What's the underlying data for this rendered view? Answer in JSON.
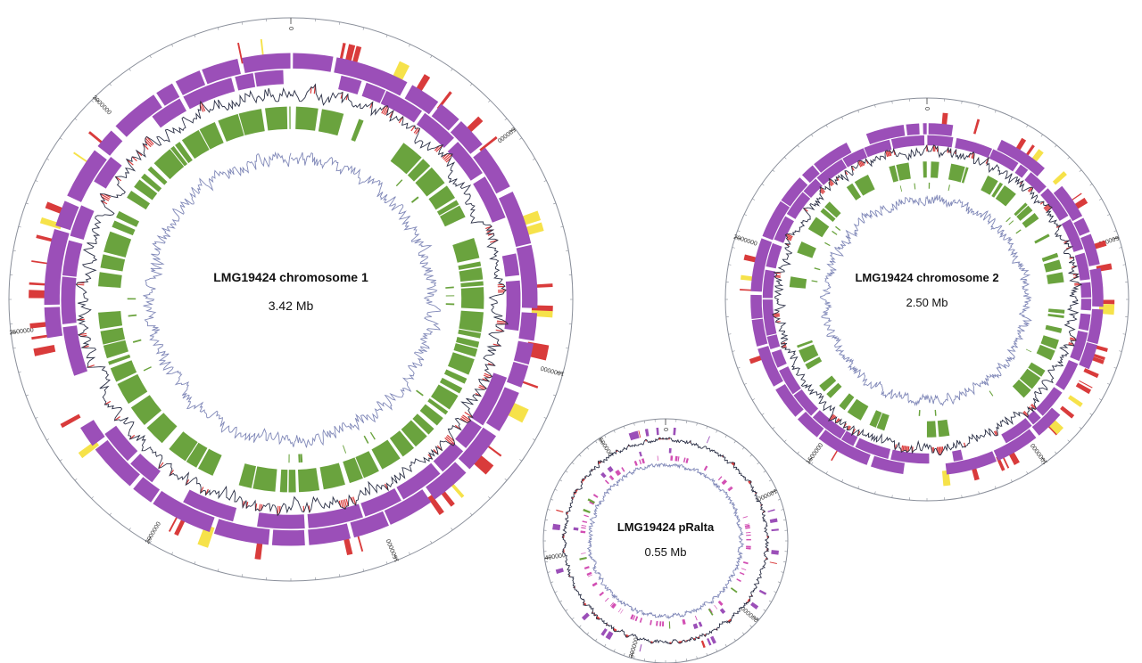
{
  "figure": {
    "colors": {
      "background": "#ffffff",
      "scale_ring": "#8a8f9a",
      "cds": "#9b4fb8",
      "rna": "#d93b3b",
      "mobile": "#f6e24a",
      "green_track": "#6aa33e",
      "gc_plot": "#2a2f45",
      "gc_positive": "#d93b3b",
      "skew_plot": "#8088b8",
      "pink_track": "#d24fb3"
    },
    "replicons": [
      {
        "id": "chr1",
        "title": "LMG19424 chromosome 1",
        "size_label": "3.42 Mb",
        "tick_labels": [
          {
            "text": "0",
            "angle": 0
          },
          {
            "text": "500000",
            "angle": 52.6
          },
          {
            "text": "1000000",
            "angle": 105.3
          },
          {
            "text": "1500000",
            "angle": 157.9
          },
          {
            "text": "2000000",
            "angle": 210.5
          },
          {
            "text": "2500000",
            "angle": 263.2
          },
          {
            "text": "3000000",
            "angle": 315.8
          }
        ]
      },
      {
        "id": "chr2",
        "title": "LMG19424 chromosome 2",
        "size_label": "2.50 Mb",
        "tick_labels": [
          {
            "text": "0",
            "angle": 0
          },
          {
            "text": "500000",
            "angle": 72
          },
          {
            "text": "1000000",
            "angle": 144
          },
          {
            "text": "1500000",
            "angle": 216
          },
          {
            "text": "2000000",
            "angle": 288
          }
        ]
      },
      {
        "id": "plasmid",
        "title": "LMG19424 pRalta",
        "size_label": "0.55 Mb",
        "tick_labels": [
          {
            "text": "0",
            "angle": 0
          },
          {
            "text": "100000",
            "angle": 65.5
          },
          {
            "text": "200000",
            "angle": 130.9
          },
          {
            "text": "300000",
            "angle": 196.4
          },
          {
            "text": "400000",
            "angle": 261.8
          },
          {
            "text": "500000",
            "angle": 327.3
          }
        ]
      }
    ]
  }
}
